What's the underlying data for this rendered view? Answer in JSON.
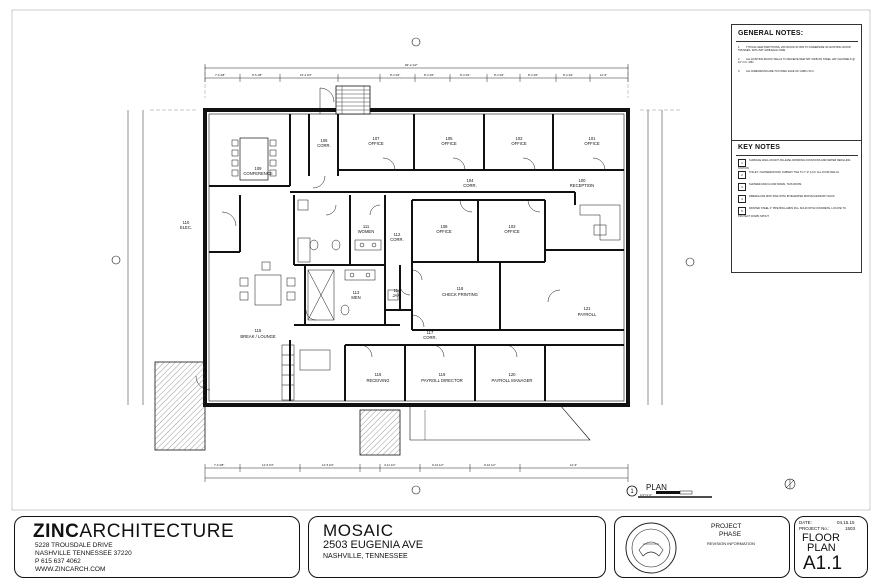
{
  "general_notes": {
    "title": "GENERAL NOTES:",
    "items": [
      {
        "num": "1.",
        "text": "TYPICAL NEW PARTITIONS, 2X6 WOOD STUDS TO UNDERSIDE OF EXISTING WOOD TRUSSES, WITH 5/8\" GWB EACH SIDE"
      },
      {
        "num": "2.",
        "text": "ALL EXISTING BLOCK WALLS TO RECEIVE NEW 5/8\" GWB ON STEEL HAT CHANNELS @ 16\" O.C. MIN."
      },
      {
        "num": "3.",
        "text": "ALL DIMENSIONS ARE TO FINISH FACE OF GWB U.N.O."
      }
    ]
  },
  "key_notes": {
    "title": "KEY NOTES",
    "items": [
      {
        "num": "1",
        "text": "SURFACE WALL MOUNT, BI-LEVEL DRINKING FOUNTAINS AND WATER REFILLING STATION"
      },
      {
        "num": "2",
        "text": "TOILET / SHOWER ROOM, SUBWAY TILE TO 7'-0\" A.F.F. ALL FOUR WALLS"
      },
      {
        "num": "3",
        "text": "SHOWER AND FLOOR DRAIN, THIS ROOM"
      },
      {
        "num": "4",
        "text": "FIBERGLASS MOP SINK WITH INTEGRATED MOP/ACCESSORY RACK"
      },
      {
        "num": "5",
        "text": "PAINTED STEEL 4\" PIPE BOLLARDS FILL SOLID WITH CONCRETE, LOCATE TO PROTECT DOWN SPOUT"
      }
    ]
  },
  "rooms": [
    {
      "num": "107",
      "name": "OFFICE"
    },
    {
      "num": "105",
      "name": "OFFICE"
    },
    {
      "num": "102",
      "name": "OFFICE"
    },
    {
      "num": "101",
      "name": "OFFICE"
    },
    {
      "num": "106",
      "name": "CORR."
    },
    {
      "num": "109",
      "name": "CONFERENCE"
    },
    {
      "num": "104",
      "name": "CORR."
    },
    {
      "num": "100",
      "name": "RECEPTION"
    },
    {
      "num": "110",
      "name": "ELEC."
    },
    {
      "num": "111",
      "name": "WOMEN"
    },
    {
      "num": "112",
      "name": "CORR."
    },
    {
      "num": "108",
      "name": "OFFICE"
    },
    {
      "num": "103",
      "name": "OFFICE"
    },
    {
      "num": "113",
      "name": "MEN"
    },
    {
      "num": "114",
      "name": "JAN."
    },
    {
      "num": "118",
      "name": "CHECK PRINTING"
    },
    {
      "num": "121",
      "name": "PAYROLL"
    },
    {
      "num": "115",
      "name": "BREAK / LOUNGE"
    },
    {
      "num": "117",
      "name": "CORR."
    },
    {
      "num": "116",
      "name": "RECEIVING"
    },
    {
      "num": "119",
      "name": "PAYROLL DIRECTOR"
    },
    {
      "num": "120",
      "name": "PAYROLL MANAGER"
    }
  ],
  "dimensions": {
    "overall": "99'-2 1/2\"",
    "top": [
      "7'-6 3/8\"",
      "8'-5 1/8\"",
      "15'-2 3/4\"",
      "8'-4 3/4\"",
      "8'-4 3/4\"",
      "8'-4 3/4\"",
      "8'-4 3/4\"",
      "8'-4 3/4\"",
      "8'-4 3/4\"",
      "12'-6\""
    ],
    "bottom": [
      "7'-6 3/8\"",
      "14'-5 3/4\"",
      "14'-5 3/4\"",
      "4'-11 1/2\"",
      "9'-10 1/2\"",
      "9'-10 1/2\"",
      "12'-6\""
    ]
  },
  "plan_label": {
    "num": "1",
    "title": "PLAN",
    "scale": "1/4\"=1'-0\""
  },
  "firm": {
    "name_bold": "ZINC",
    "name_light": "ARCHITECTURE",
    "address1": "5228 TROUSDALE DRIVE",
    "address2": "NASHVILLE TENNESSEE 37220",
    "phone": "P 615 637 4062",
    "web": "WWW.ZINCARCH.COM"
  },
  "project": {
    "name": "MOSAIC",
    "address": "2503 EUGENIA AVE",
    "city": "NASHVILLE, TENNESSEE"
  },
  "phase": {
    "label1": "PROJECT",
    "label2": "PHASE",
    "revision": "REVISION INFORMATION"
  },
  "sheet": {
    "date_label": "DATE:",
    "date": "04.15.15",
    "project_no_label": "PROJECT No.:",
    "project_no": "1503",
    "title1": "FLOOR",
    "title2": "PLAN",
    "number": "A1.1"
  },
  "colors": {
    "ink": "#111111",
    "paper": "#ffffff",
    "hatch": "#555555"
  }
}
